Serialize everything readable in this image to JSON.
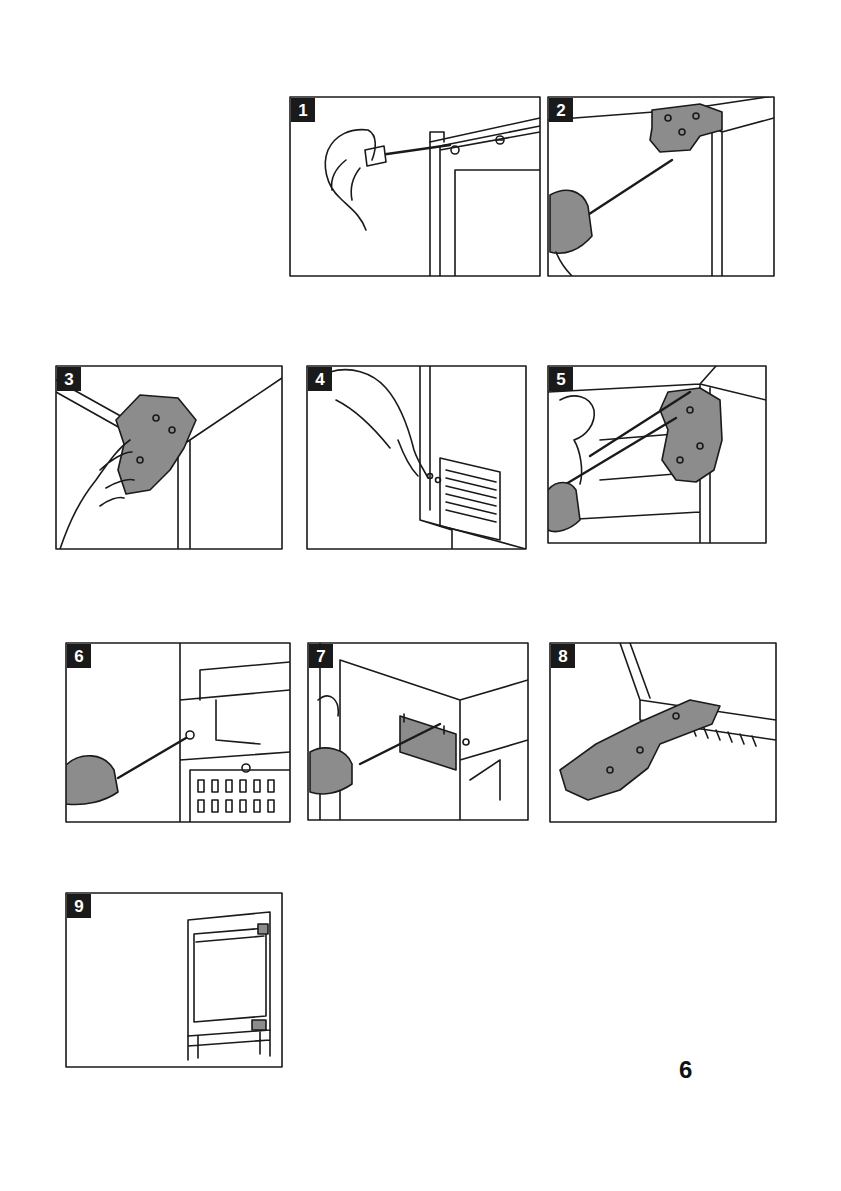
{
  "diagram": {
    "labels": [
      "1",
      "2",
      "3",
      "4",
      "5",
      "6",
      "7",
      "8",
      "9",
      "6"
    ]
  }
}
